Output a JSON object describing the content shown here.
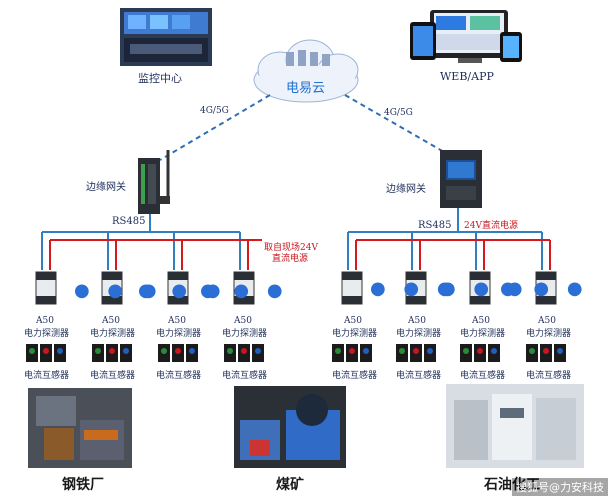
{
  "top": {
    "monitor_center": "监控中心",
    "web_app": "WEB/APP",
    "cloud": "电易云",
    "link_left": "4G/5G",
    "link_right": "4G/5G"
  },
  "left_gateway": {
    "label": "边缘网关",
    "bus": "RS485",
    "power_note_line1": "取自现场24V",
    "power_note_line2": "直流电源"
  },
  "right_gateway": {
    "label": "边缘网关",
    "bus": "RS485",
    "power_note": "24V直流电源"
  },
  "probe_model": "A50",
  "probe_name": "电力探测器",
  "ct_name": "电流互感器",
  "dots": "● ● ●",
  "sites": {
    "steel": "钢铁厂",
    "coal": "煤矿",
    "petro": "石油化工"
  },
  "watermark": "搜狐号@力安科技",
  "colors": {
    "bus_blue": "#2f7fc1",
    "power_red": "#d7191f",
    "dashed": "#2f6db5"
  }
}
